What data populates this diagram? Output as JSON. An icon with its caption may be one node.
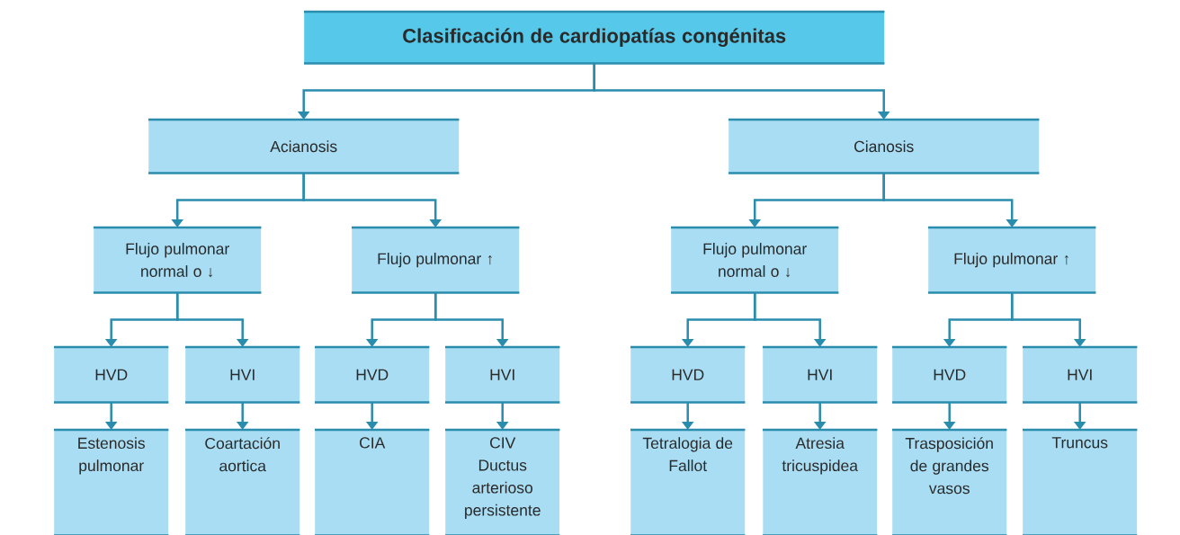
{
  "diagram": {
    "nodes": [
      {
        "text": [
          "Clasificación de cardiopatías congénitas"
        ]
      },
      {
        "text": [
          "Acianosis"
        ]
      },
      {
        "text": [
          "Cianosis"
        ]
      },
      {
        "text": [
          "Flujo pulmonar normal o ↓"
        ]
      },
      {
        "text": [
          "Flujo pulmonar ↑"
        ]
      },
      {
        "text": [
          "Flujo pulmonar normal o ↓"
        ]
      },
      {
        "text": [
          "Flujo pulmonar ↑"
        ]
      },
      {
        "text": [
          "HVD"
        ]
      },
      {
        "text": [
          "HVI"
        ]
      },
      {
        "text": [
          "HVD"
        ]
      },
      {
        "text": [
          "HVI"
        ]
      },
      {
        "text": [
          "HVD"
        ]
      },
      {
        "text": [
          "HVI"
        ]
      },
      {
        "text": [
          "HVD"
        ]
      },
      {
        "text": [
          "HVI"
        ]
      },
      {
        "text": [
          "Estenosis pulmonar"
        ]
      },
      {
        "text": [
          "Coartación aortica"
        ]
      },
      {
        "text": [
          "CIA"
        ]
      },
      {
        "text": [
          "CIV",
          "Ductus arterioso persistente"
        ]
      },
      {
        "text": [
          "Tetralogia de Fallot"
        ]
      },
      {
        "text": [
          "Atresia tricuspidea"
        ]
      },
      {
        "text": [
          "Trasposición de grandes vasos"
        ]
      },
      {
        "text": [
          "Truncus"
        ]
      }
    ],
    "edges": [
      {
        "from": 0,
        "to": 1,
        "arrow": "to"
      },
      {
        "from": 0,
        "to": 2,
        "arrow": "to"
      },
      {
        "from": 1,
        "to": 3,
        "arrow": "to"
      },
      {
        "from": 1,
        "to": 4,
        "arrow": "to"
      },
      {
        "from": 2,
        "to": 5,
        "arrow": "to"
      },
      {
        "from": 2,
        "to": 6,
        "arrow": "to"
      },
      {
        "from": 3,
        "to": 7,
        "arrow": "to"
      },
      {
        "from": 3,
        "to": 8,
        "arrow": "to"
      },
      {
        "from": 4,
        "to": 9,
        "arrow": "to"
      },
      {
        "from": 4,
        "to": 10,
        "arrow": "to"
      },
      {
        "from": 5,
        "to": 11,
        "arrow": "to"
      },
      {
        "from": 5,
        "to": 12,
        "arrow": "to"
      },
      {
        "from": 6,
        "to": 13,
        "arrow": "to"
      },
      {
        "from": 6,
        "to": 14,
        "arrow": "to"
      },
      {
        "from": 7,
        "to": 15,
        "arrow": "to"
      },
      {
        "from": 8,
        "to": 16,
        "arrow": "to"
      },
      {
        "from": 9,
        "to": 17,
        "arrow": "to"
      },
      {
        "from": 10,
        "to": 18,
        "arrow": "to"
      },
      {
        "from": 11,
        "to": 19,
        "arrow": "to"
      },
      {
        "from": 12,
        "to": 20,
        "arrow": "to"
      },
      {
        "from": 13,
        "to": 21,
        "arrow": "to"
      },
      {
        "from": 14,
        "to": 22,
        "arrow": "to"
      }
    ]
  }
}
